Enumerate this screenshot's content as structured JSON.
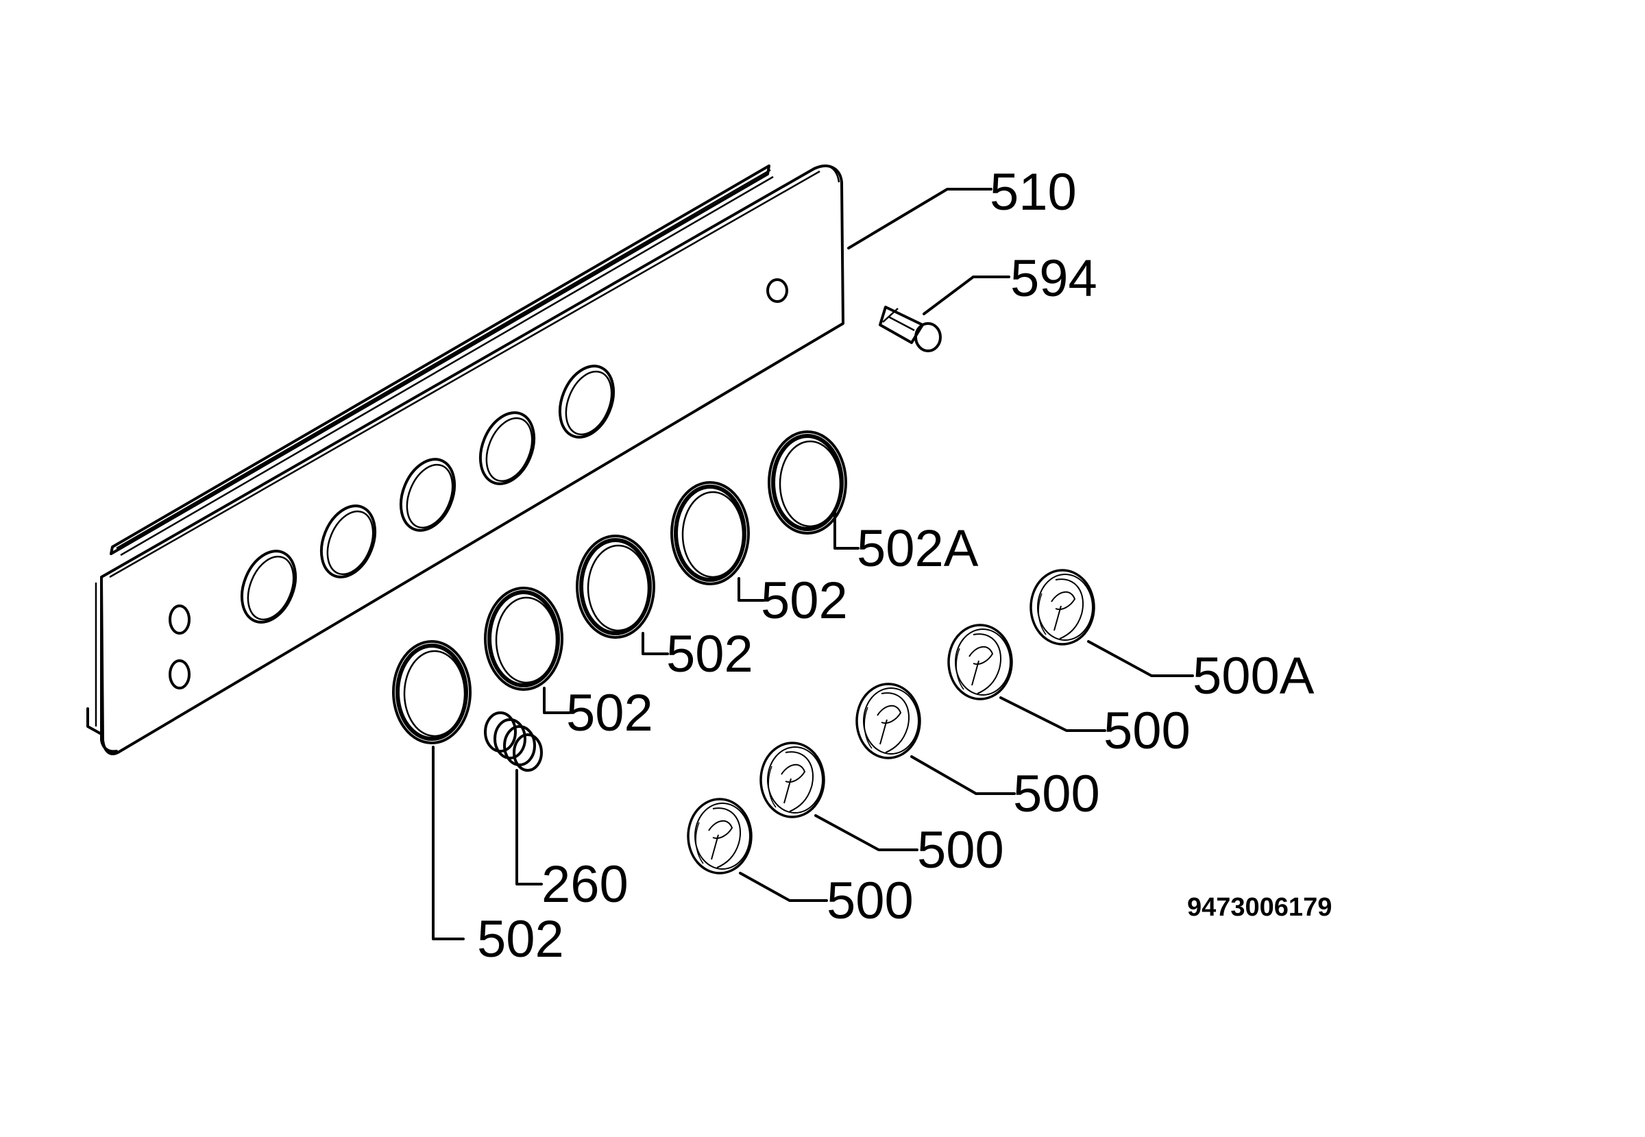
{
  "diagram": {
    "labels": {
      "panel": "510",
      "indicator": "594",
      "ring_a": "502A",
      "ring_1": "502",
      "ring_2": "502",
      "ring_3": "502",
      "ring_4": "502",
      "spring": "260",
      "knob_a": "500A",
      "knob_1": "500",
      "knob_2": "500",
      "knob_3": "500",
      "knob_4": "500"
    },
    "code": "9473006179"
  }
}
